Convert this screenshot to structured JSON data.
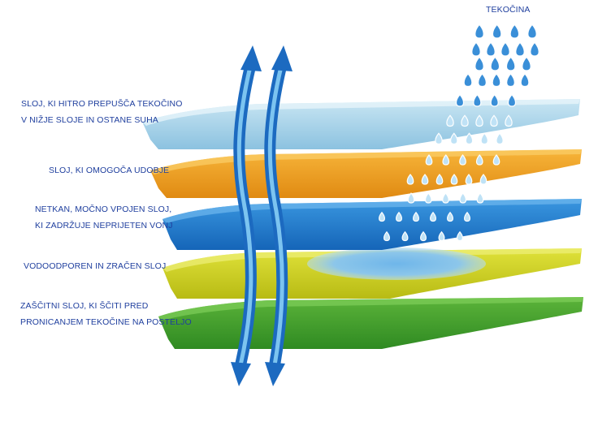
{
  "liquid_label": "TEKOČINA",
  "layers": [
    {
      "lines": [
        "SLOJ, KI HITRO PREPUŠČA TEKOČINO",
        "V NIŽJE SLOJE IN OSTANE SUHA"
      ],
      "color": "#9fcfe6"
    },
    {
      "lines": [
        "SLOJ, KI OMOGOČA UDOBJE"
      ],
      "color": "#f0a01e"
    },
    {
      "lines": [
        "NETKAN, MOČNO VPOJEN SLOJ,",
        "KI ZADRŽUJE NEPRIJETEN VONJ"
      ],
      "color": "#1f7fd0"
    },
    {
      "lines": [
        "VODOODPOREN IN ZRAČEN SLOJ"
      ],
      "color": "#cfd21e"
    },
    {
      "lines": [
        "ZAŠČITNI SLOJ, KI ŠČITI PRED",
        "PRONICANJEM TEKOČINE NA POSTELJO"
      ],
      "color": "#3f9e2a"
    }
  ],
  "arrow_color": "#2a7fd4",
  "droplet_color": "#3a8fd8"
}
